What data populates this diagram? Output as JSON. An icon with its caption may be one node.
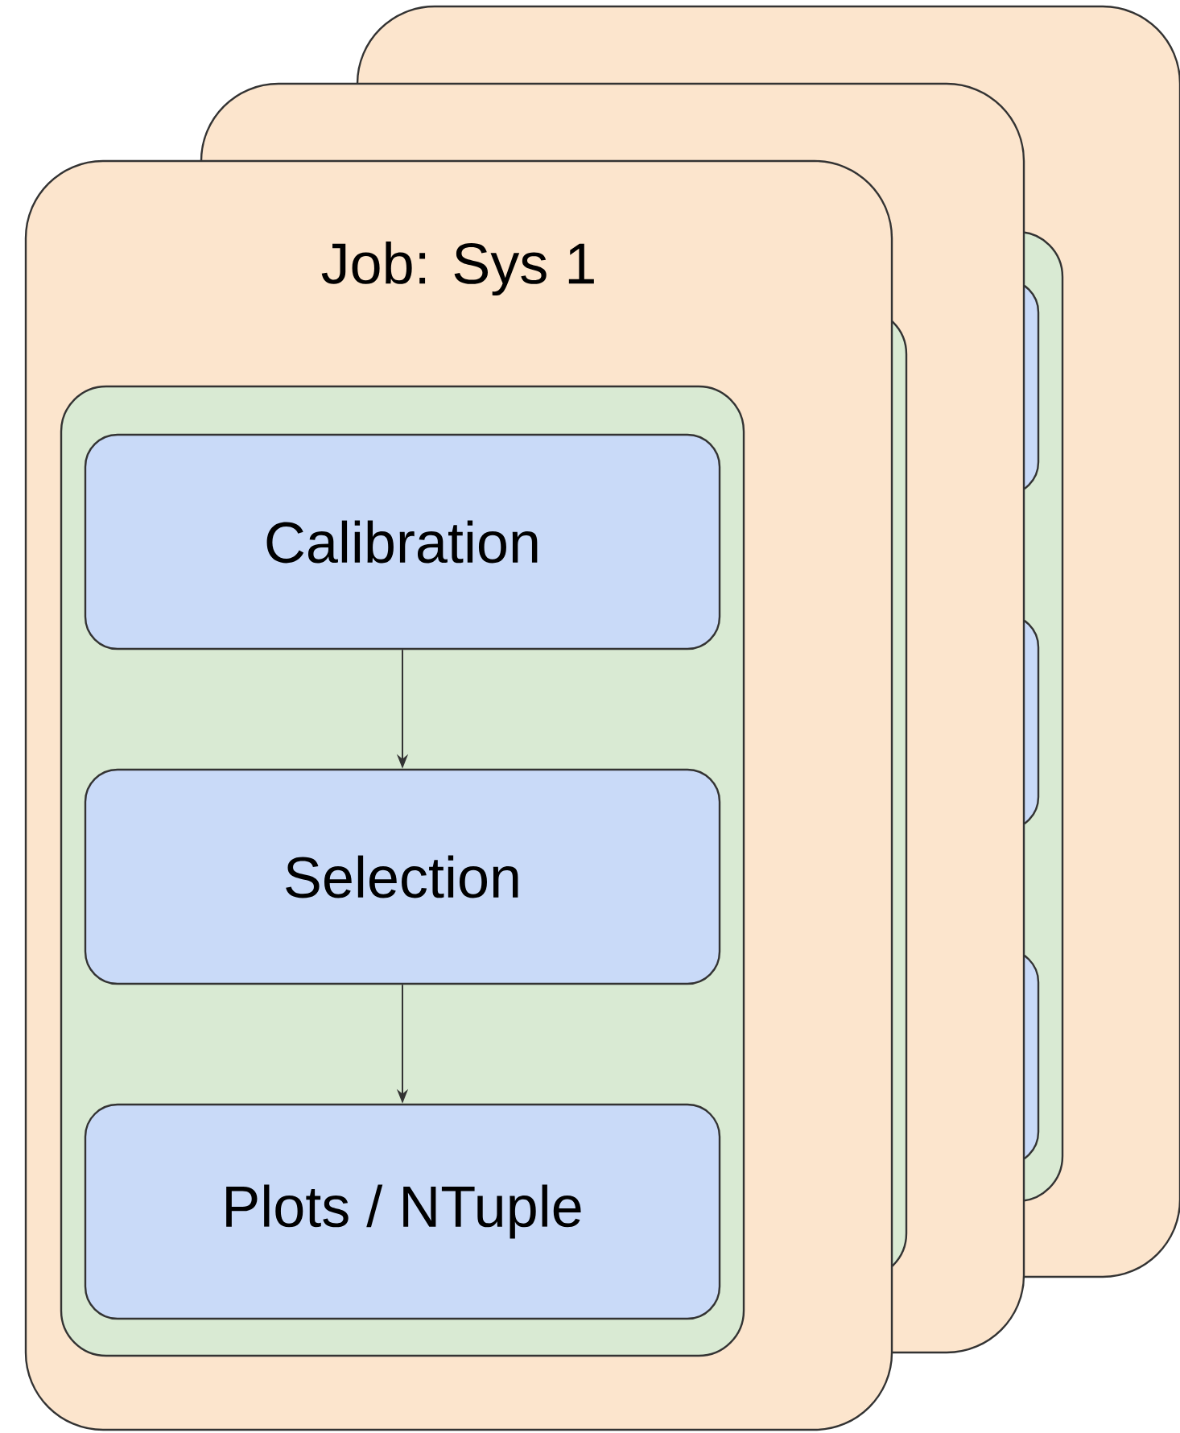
{
  "diagram": {
    "nodes": [
      {
        "text": [
          "Job: Sys 1"
        ]
      },
      {
        "text": [],
        "shape": "box",
        "in": 0
      },
      {
        "text": [
          "Calibration"
        ],
        "in": 1
      },
      {
        "text": [
          "Selection"
        ],
        "in": 1
      },
      {
        "text": [
          "Plots / NTuple"
        ],
        "in": 1
      }
    ],
    "edges": [
      {
        "from": 2,
        "to": 3,
        "arrow": "to"
      },
      {
        "from": 3,
        "to": 4,
        "arrow": "to"
      }
    ]
  }
}
